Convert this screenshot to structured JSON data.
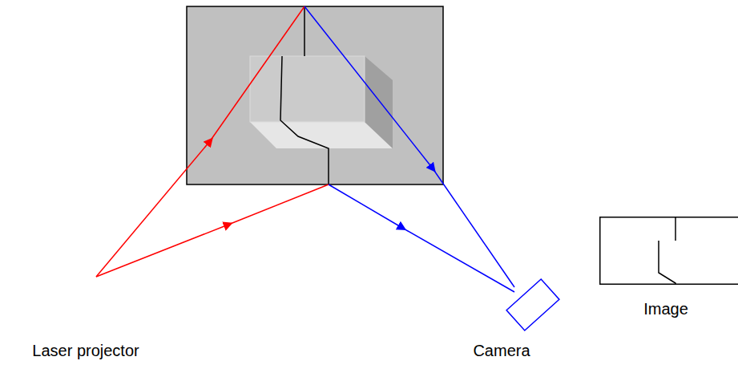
{
  "diagram": {
    "nodes": [
      {
        "text": [
          "Laser projector"
        ]
      },
      {
        "text": [
          "Camera"
        ]
      },
      {
        "text": [
          "Image"
        ]
      }
    ]
  }
}
